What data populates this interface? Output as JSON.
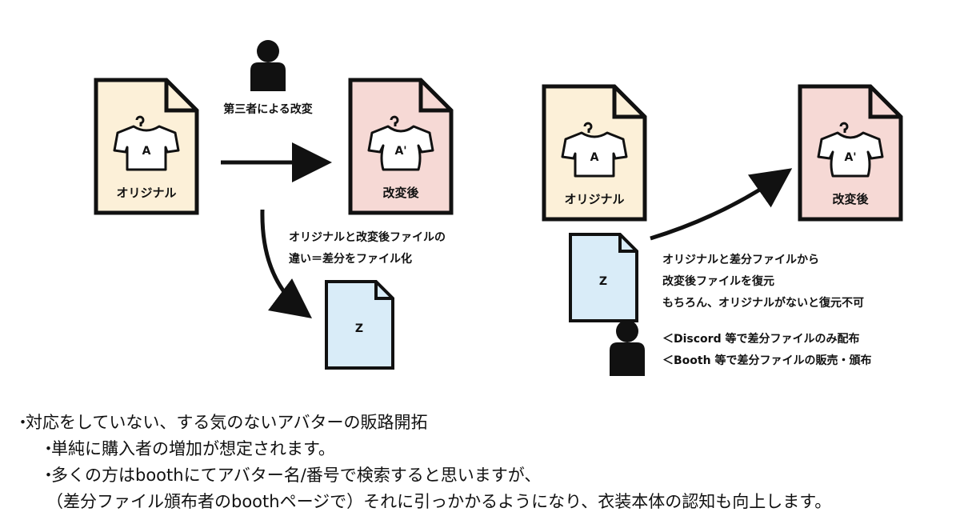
{
  "colors": {
    "original_fill": "#fcf0d8",
    "modified_fill": "#f6d9d5",
    "diff_fill": "#d9ecf8",
    "stroke": "#111111"
  },
  "left": {
    "original_doc": {
      "letter": "A",
      "label": "オリジナル"
    },
    "modified_doc": {
      "letter": "A'",
      "label": "改変後"
    },
    "diff_doc": {
      "letter": "Z"
    },
    "third_party_label": "第三者による改変",
    "diff_caption": [
      "オリジナルと改変後ファイルの",
      "違い＝差分をファイル化"
    ]
  },
  "right": {
    "original_doc": {
      "letter": "A",
      "label": "オリジナル"
    },
    "modified_doc": {
      "letter": "A'",
      "label": "改変後"
    },
    "diff_doc": {
      "letter": "Z"
    },
    "restore_caption": [
      "オリジナルと差分ファイルから",
      "改変後ファイルを復元",
      "もちろん、オリジナルがないと復元不可"
    ],
    "distribution_caption": [
      "＜Discord 等で差分ファイルのみ配布",
      "＜Booth 等で差分ファイルの販売・頒布"
    ]
  },
  "notes": {
    "bullet": "・",
    "line1": "対応をしていない、する気のないアバターの販路開拓",
    "line2": "単純に購入者の増加が想定されます。",
    "line3": "多くの方はboothにてアバター名/番号で検索すると思いますが、",
    "line4": "（差分ファイル頒布者のboothページで）それに引っかかるようになり、衣装本体の認知も向上します。"
  }
}
